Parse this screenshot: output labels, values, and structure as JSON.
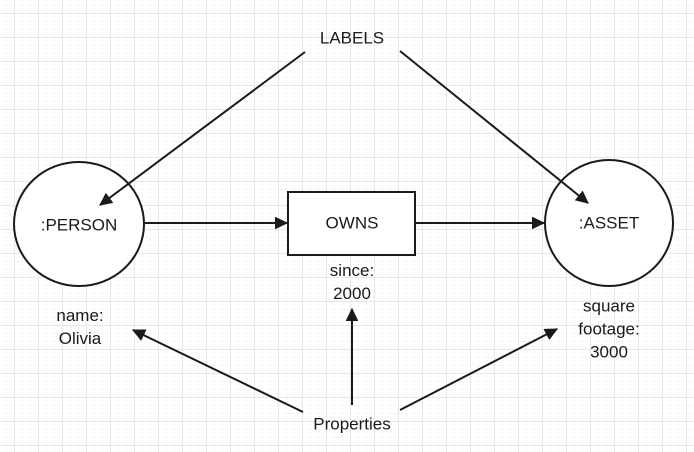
{
  "diagram": {
    "title_top": "LABELS",
    "title_bottom": "Properties",
    "nodes": {
      "person": {
        "label": ":PERSON",
        "shape": "circle",
        "properties": [
          "name:",
          "Olivia"
        ]
      },
      "owns": {
        "label": "OWNS",
        "shape": "rectangle",
        "properties": [
          "since:",
          "2000"
        ]
      },
      "asset": {
        "label": ":ASSET",
        "shape": "circle",
        "properties": [
          "square",
          "footage:",
          "3000"
        ]
      }
    },
    "edges": [
      {
        "from": "LABELS",
        "to": ":PERSON",
        "style": "arrow"
      },
      {
        "from": "LABELS",
        "to": ":ASSET",
        "style": "arrow"
      },
      {
        "from": ":PERSON",
        "to": "OWNS",
        "style": "arrow"
      },
      {
        "from": "OWNS",
        "to": ":ASSET",
        "style": "arrow"
      },
      {
        "from": "Properties",
        "to": "name: Olivia",
        "style": "arrow"
      },
      {
        "from": "Properties",
        "to": "since: 2000",
        "style": "arrow"
      },
      {
        "from": "Properties",
        "to": "square footage: 3000",
        "style": "arrow"
      }
    ],
    "colors": {
      "background": "#ffffff",
      "grid_minor": "#f6f6f6",
      "grid_major": "#e7e7e7",
      "stroke": "#1a1a1a",
      "shape_fill": "#ffffff",
      "text": "#1a1a1a"
    }
  }
}
